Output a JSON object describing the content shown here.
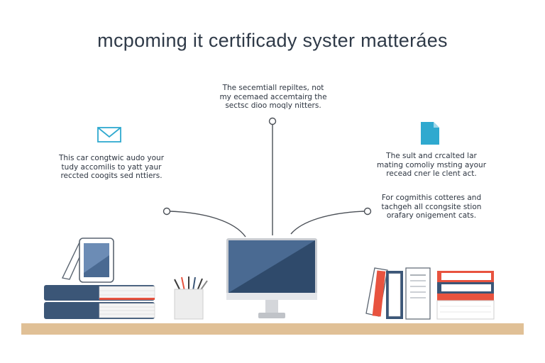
{
  "title": "mcpoming it certificady syster matteráes",
  "notes": {
    "top": [
      "The secemtiall repiltes, not",
      "my ecemaed accemtairg the",
      "sectsc dioo moqly nitters."
    ],
    "left": [
      "This car congtwic audo your",
      "tudy accomilis to yatt yaur",
      "reccted coogits sed nttiers."
    ],
    "right_top": [
      "The sult and crcalted lar",
      "mating comoliy msting ayour",
      "recead cner le clent act."
    ],
    "right_bottom": [
      "For cogmithis cotteres and",
      "tachgeh all ccongsite stion",
      "orafary onigement cats."
    ]
  },
  "icons": [
    "envelope-icon",
    "document-icon"
  ],
  "colors": {
    "navy": "#3b5677",
    "red": "#e8533f",
    "cyan": "#2fa9cf",
    "desk": "#e0c096",
    "line": "#4a4f56"
  }
}
